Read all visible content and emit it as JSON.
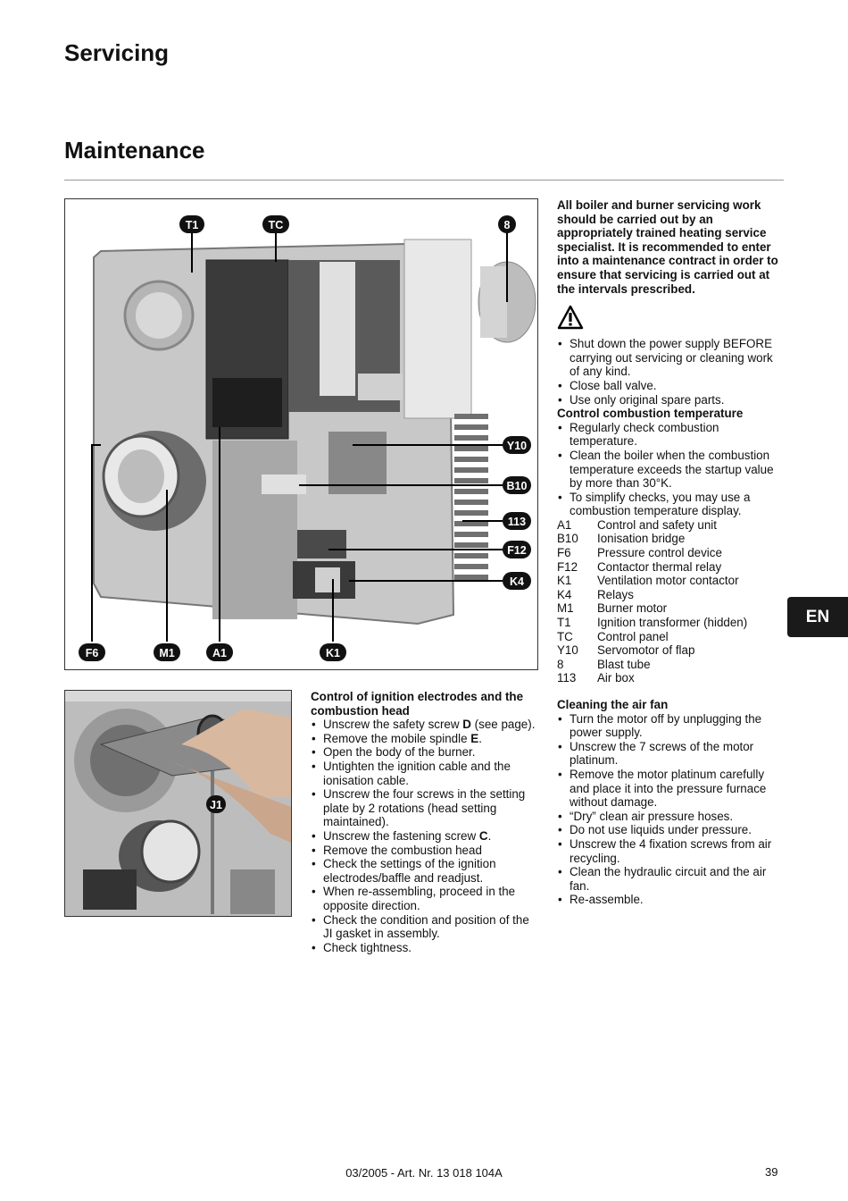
{
  "header": {
    "section": "Servicing",
    "title": "Maintenance"
  },
  "figure1": {
    "callouts": [
      "T1",
      "TC",
      "8",
      "Y10",
      "B10",
      "113",
      "F12",
      "K4",
      "F6",
      "M1",
      "A1",
      "K1"
    ]
  },
  "figure2": {
    "callouts": [
      "J1"
    ]
  },
  "ignition": {
    "heading": "Control of ignition electrodes and the combustion head",
    "items": [
      [
        "Unscrew the safety screw ",
        "D",
        " (see page)."
      ],
      [
        "Remove the mobile spindle ",
        "E",
        "."
      ],
      [
        "Open the body of the burner."
      ],
      [
        "Untighten the ignition cable and the ionisation cable."
      ],
      [
        "Unscrew the four screws in the setting plate by 2 rotations (head setting maintained)."
      ],
      [
        "Unscrew the fastening screw ",
        "C",
        "."
      ],
      [
        "Remove the combustion head"
      ],
      [
        "Check the settings of the ignition electrodes/baffle and readjust."
      ],
      [
        "When re-assembling, proceed in the opposite direction."
      ],
      [
        "Check the condition and position of the JI gasket in assembly."
      ],
      [
        "Check tightness."
      ]
    ]
  },
  "intro": "All boiler and burner servicing work should be carried out by an appropriately trained heating service specialist. It is recommended to enter into a maintenance contract in order to ensure that servicing is carried out at the intervals prescribed.",
  "safety": [
    "Shut down the power supply BEFORE carrying out servicing or cleaning work of any kind.",
    "Close ball valve.",
    "Use only original spare parts."
  ],
  "combustion": {
    "heading": "Control combustion temperature",
    "items": [
      "Regularly check combustion temperature.",
      "Clean the boiler when the combustion temperature exceeds the startup value by more than 30°K.",
      "To simplify checks, you may use a combustion temperature display."
    ]
  },
  "legend": [
    {
      "key": "A1",
      "label": "Control and safety unit"
    },
    {
      "key": "B10",
      "label": "Ionisation bridge"
    },
    {
      "key": "F6",
      "label": "Pressure control device"
    },
    {
      "key": "F12",
      "label": "Contactor thermal relay"
    },
    {
      "key": "K1",
      "label": "Ventilation motor contactor"
    },
    {
      "key": "K4",
      "label": "Relays"
    },
    {
      "key": "M1",
      "label": "Burner motor"
    },
    {
      "key": "T1",
      "label": "Ignition transformer (hidden)"
    },
    {
      "key": "TC",
      "label": "Control panel"
    },
    {
      "key": "Y10",
      "label": "Servomotor of flap"
    },
    {
      "key": "8",
      "label": "Blast tube"
    },
    {
      "key": "113",
      "label": "Air box"
    }
  ],
  "fan": {
    "heading": "Cleaning the air fan",
    "items": [
      "Turn the motor off by unplugging the power supply.",
      "Unscrew the 7 screws of the motor platinum.",
      "Remove the motor platinum carefully and place it into the pressure furnace without damage.",
      "“Dry” clean air pressure hoses.",
      "Do not use liquids under pressure.",
      "Unscrew the 4 fixation screws from air recycling.",
      "Clean the hydraulic circuit and the air fan.",
      "Re-assemble."
    ]
  },
  "language_tab": "EN",
  "footer": {
    "text": "03/2005 - Art. Nr. 13 018 104A",
    "page": "39"
  }
}
